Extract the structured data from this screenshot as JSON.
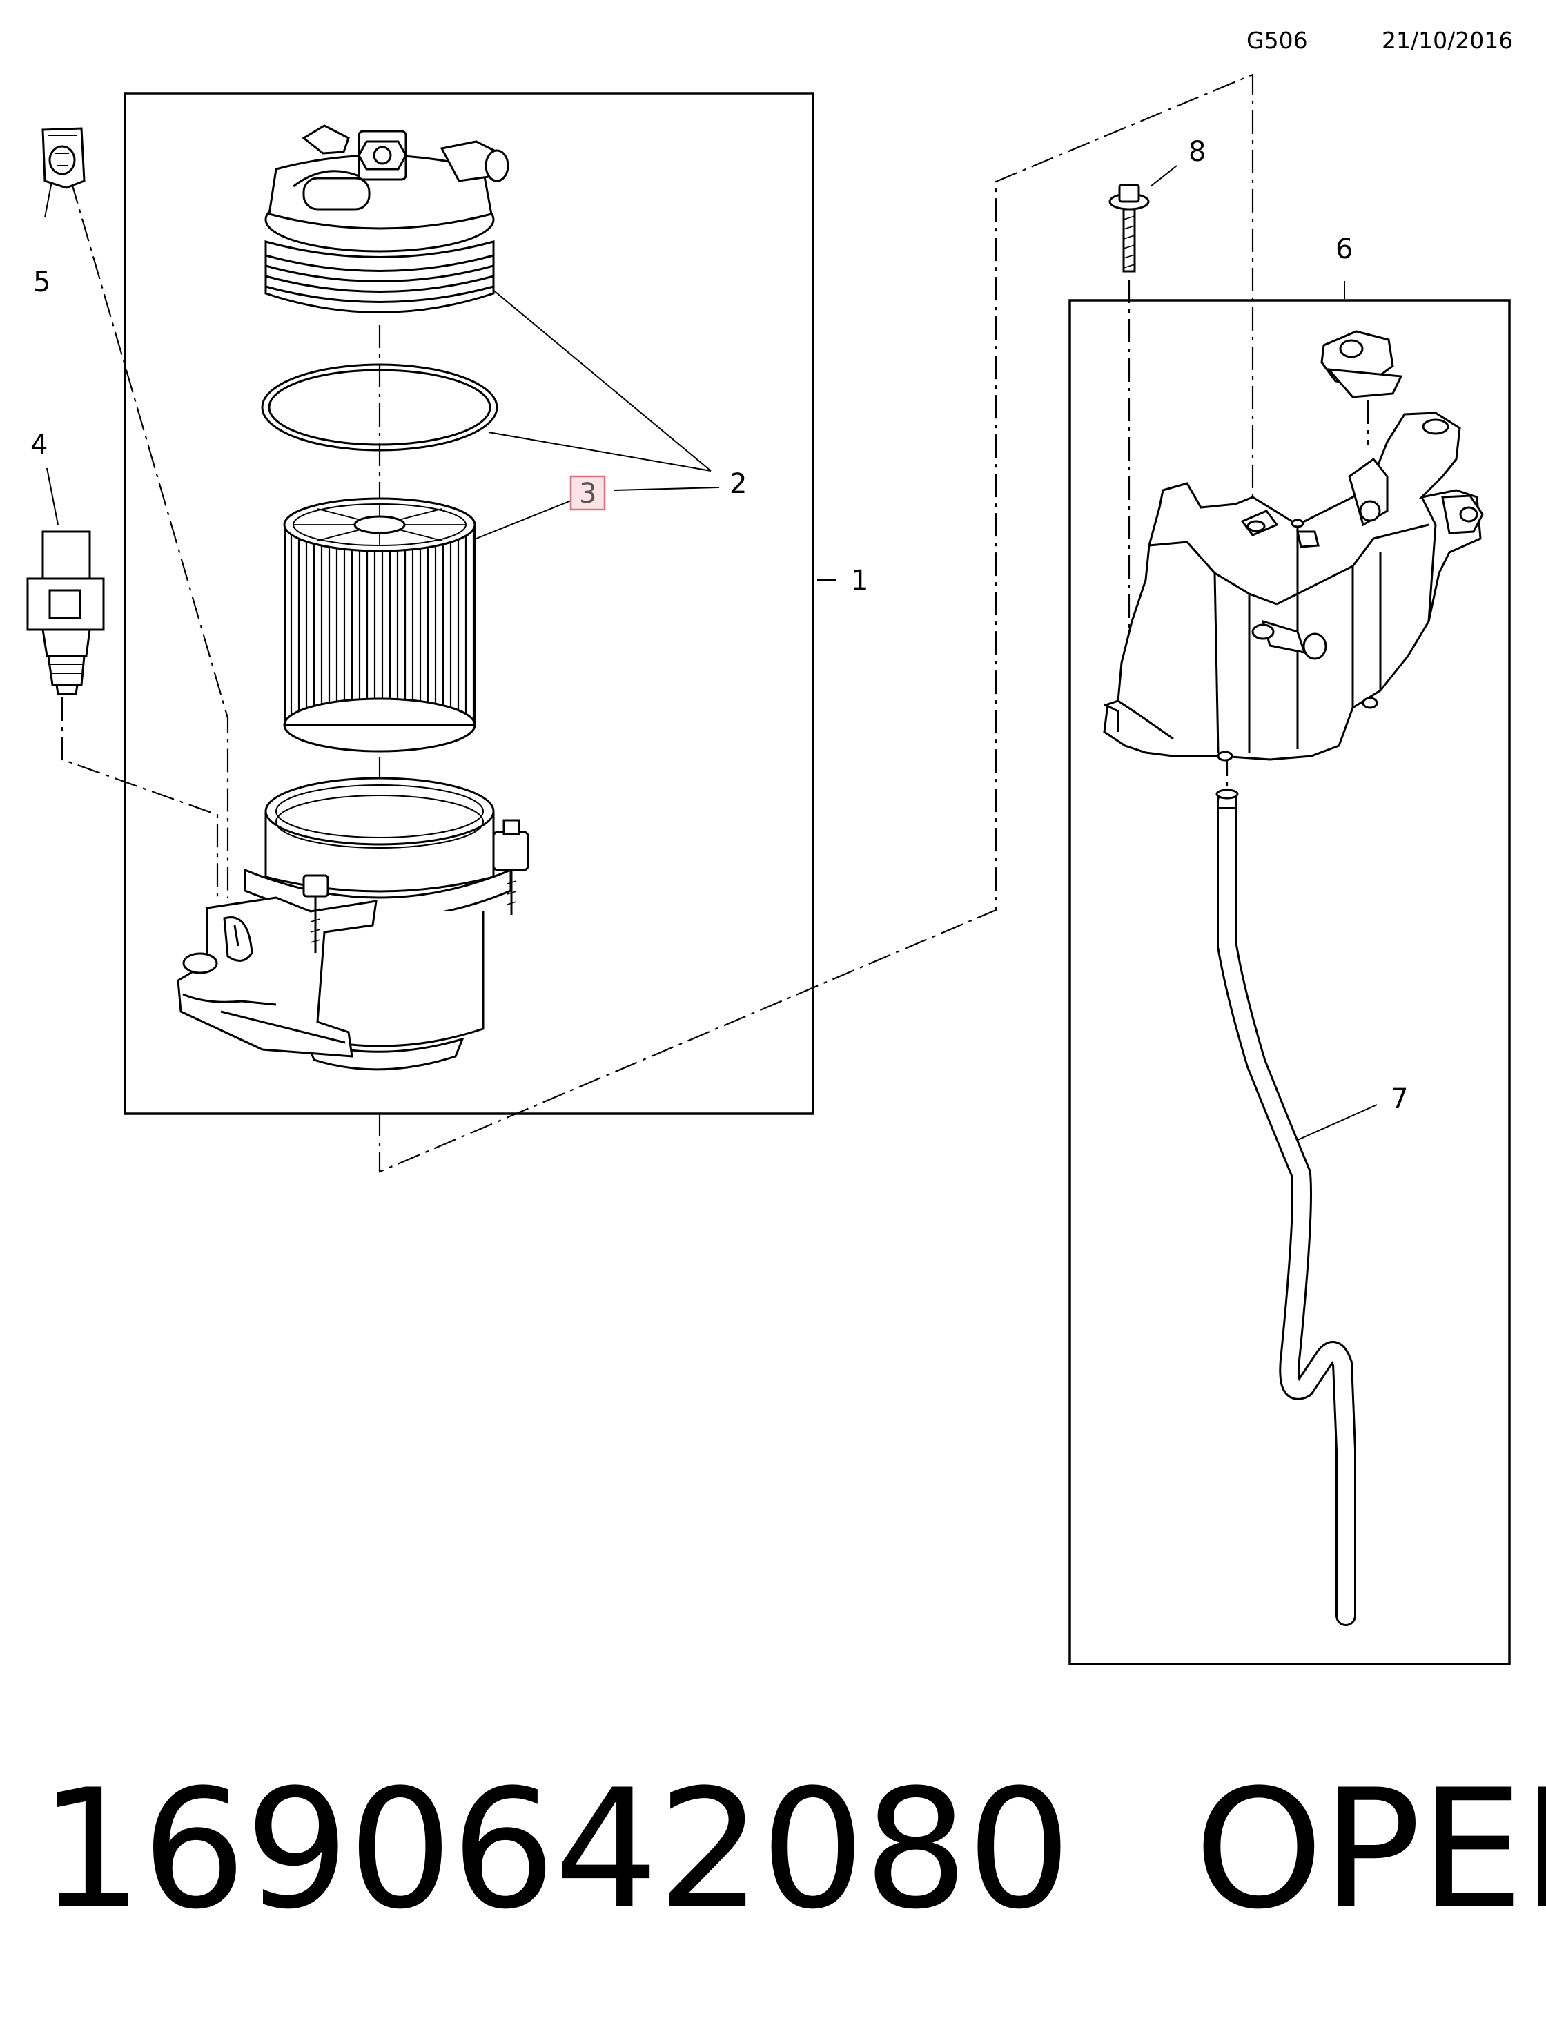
{
  "header": {
    "code": "G506",
    "date": "21/10/2016"
  },
  "callouts": [
    "1",
    "2",
    "3",
    "4",
    "5",
    "6",
    "7",
    "8"
  ],
  "highlighted_callout": "3",
  "footer": {
    "part_number": "1690642080",
    "brand": "OPEL"
  },
  "colors": {
    "line": "#000000",
    "highlight_fill": "#fbe3e6",
    "highlight_stroke": "#d9737f"
  }
}
